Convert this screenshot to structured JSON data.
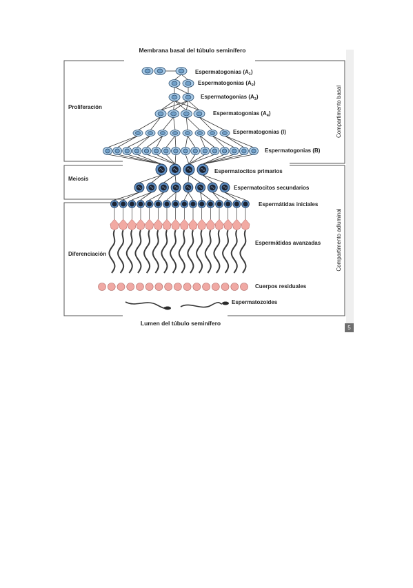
{
  "diagram": {
    "top_label": "Membrana basal del túbulo seminífero",
    "bottom_label": "Lumen del túbulo seminífero",
    "phases": {
      "proliferation": "Proliferación",
      "meiosis": "Meiosis",
      "differentiation": "Diferenciación"
    },
    "compartments": {
      "basal": "Compartimento basal",
      "adluminal": "Compartimento adluminal"
    },
    "cell_labels": {
      "a1_base": "Espermatogonias (A",
      "a1_sub": "1",
      "a1_close": ")",
      "a2_base": "Espermatogonias (A",
      "a2_sub": "2",
      "a2_close": ")",
      "a3_base": "Espermatogonias (A",
      "a3_sub": "3",
      "a3_close": ")",
      "a4_base": "Espermatogonias (A",
      "a4_sub": "4",
      "a4_close": ")",
      "intermediate": "Espermatogonias (I)",
      "b": "Espermatogonias (B)",
      "primary_spermatocytes": "Espermatocitos primarios",
      "secondary_spermatocytes": "Espermatocitos secundarios",
      "early_spermatids": "Espermátidas iniciales",
      "late_spermatids": "Espermátidas avanzadas",
      "residual_bodies": "Cuerpos residuales",
      "spermatozoa": "Espermatozoides"
    },
    "colors": {
      "spermatogonia_fill": "#a8cbe8",
      "spermatogonia_nucleus": "#6f9fc8",
      "spermatocyte_fill": "#5f8fc4",
      "dark_nucleus": "#1c2433",
      "residual_body": "#f0a9a4",
      "spermatid_head": "#f2aaa3",
      "line": "#333333"
    },
    "page_badge": "5"
  }
}
